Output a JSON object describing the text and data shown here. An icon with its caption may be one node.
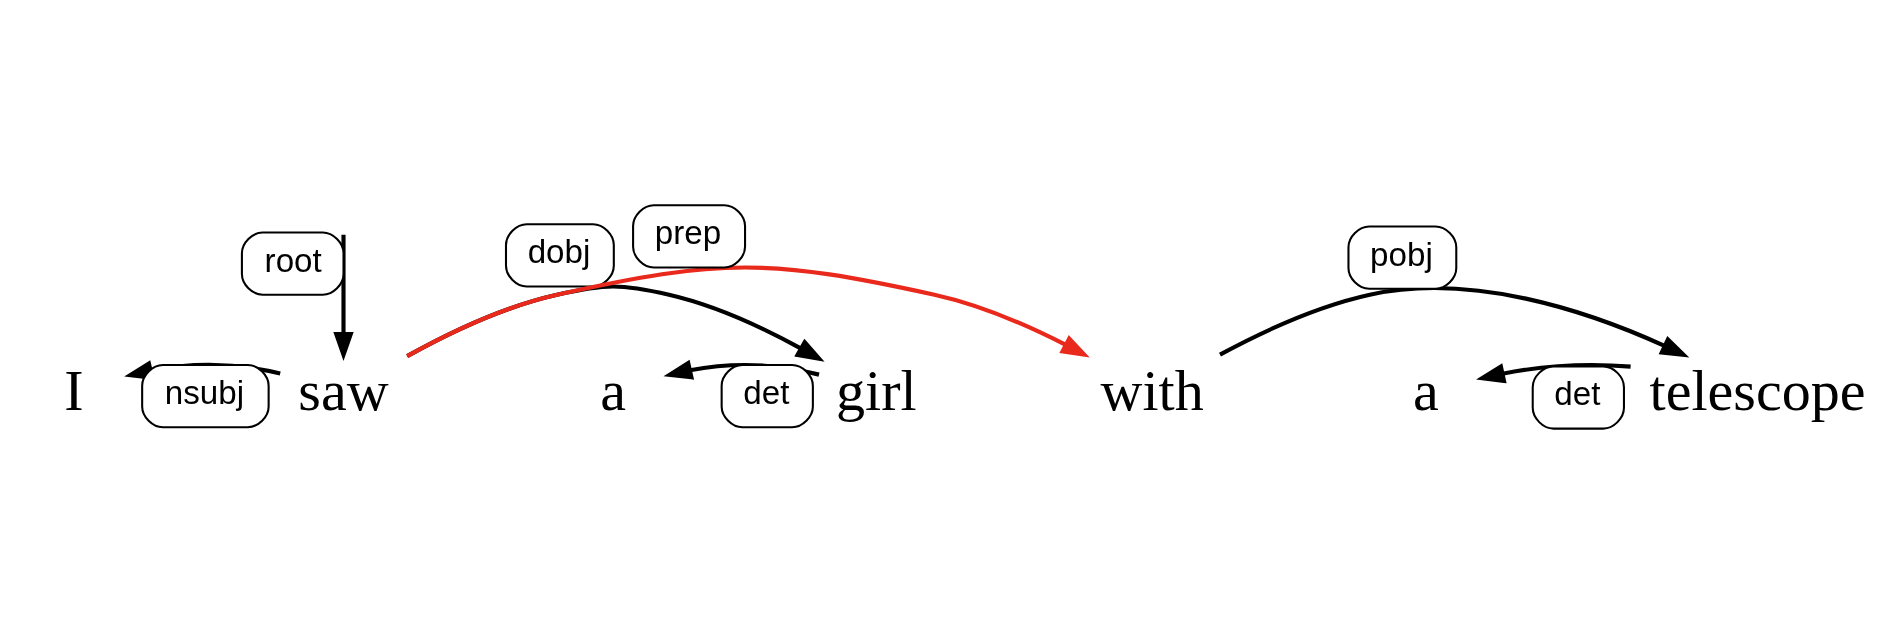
{
  "diagram": {
    "nodes": [
      {
        "text": [
          "I"
        ]
      },
      {
        "text": [
          "saw"
        ]
      },
      {
        "text": [
          "a"
        ]
      },
      {
        "text": [
          "girl"
        ]
      },
      {
        "text": [
          "with"
        ]
      },
      {
        "text": [
          "a"
        ]
      },
      {
        "text": [
          "telescope"
        ]
      }
    ],
    "edges": [
      {
        "from": null,
        "to": 1,
        "arrow": "to",
        "label": "root"
      },
      {
        "from": 1,
        "to": 0,
        "arrow": "to",
        "label": "nsubj"
      },
      {
        "from": 1,
        "to": 3,
        "arrow": "to",
        "label": "dobj"
      },
      {
        "from": 3,
        "to": 2,
        "arrow": "to",
        "label": "det"
      },
      {
        "from": 1,
        "to": 4,
        "arrow": "to",
        "label": "prep",
        "color": "#e8291c"
      },
      {
        "from": 4,
        "to": 6,
        "arrow": "to",
        "label": "pobj"
      },
      {
        "from": 6,
        "to": 5,
        "arrow": "to",
        "label": "det"
      }
    ]
  }
}
